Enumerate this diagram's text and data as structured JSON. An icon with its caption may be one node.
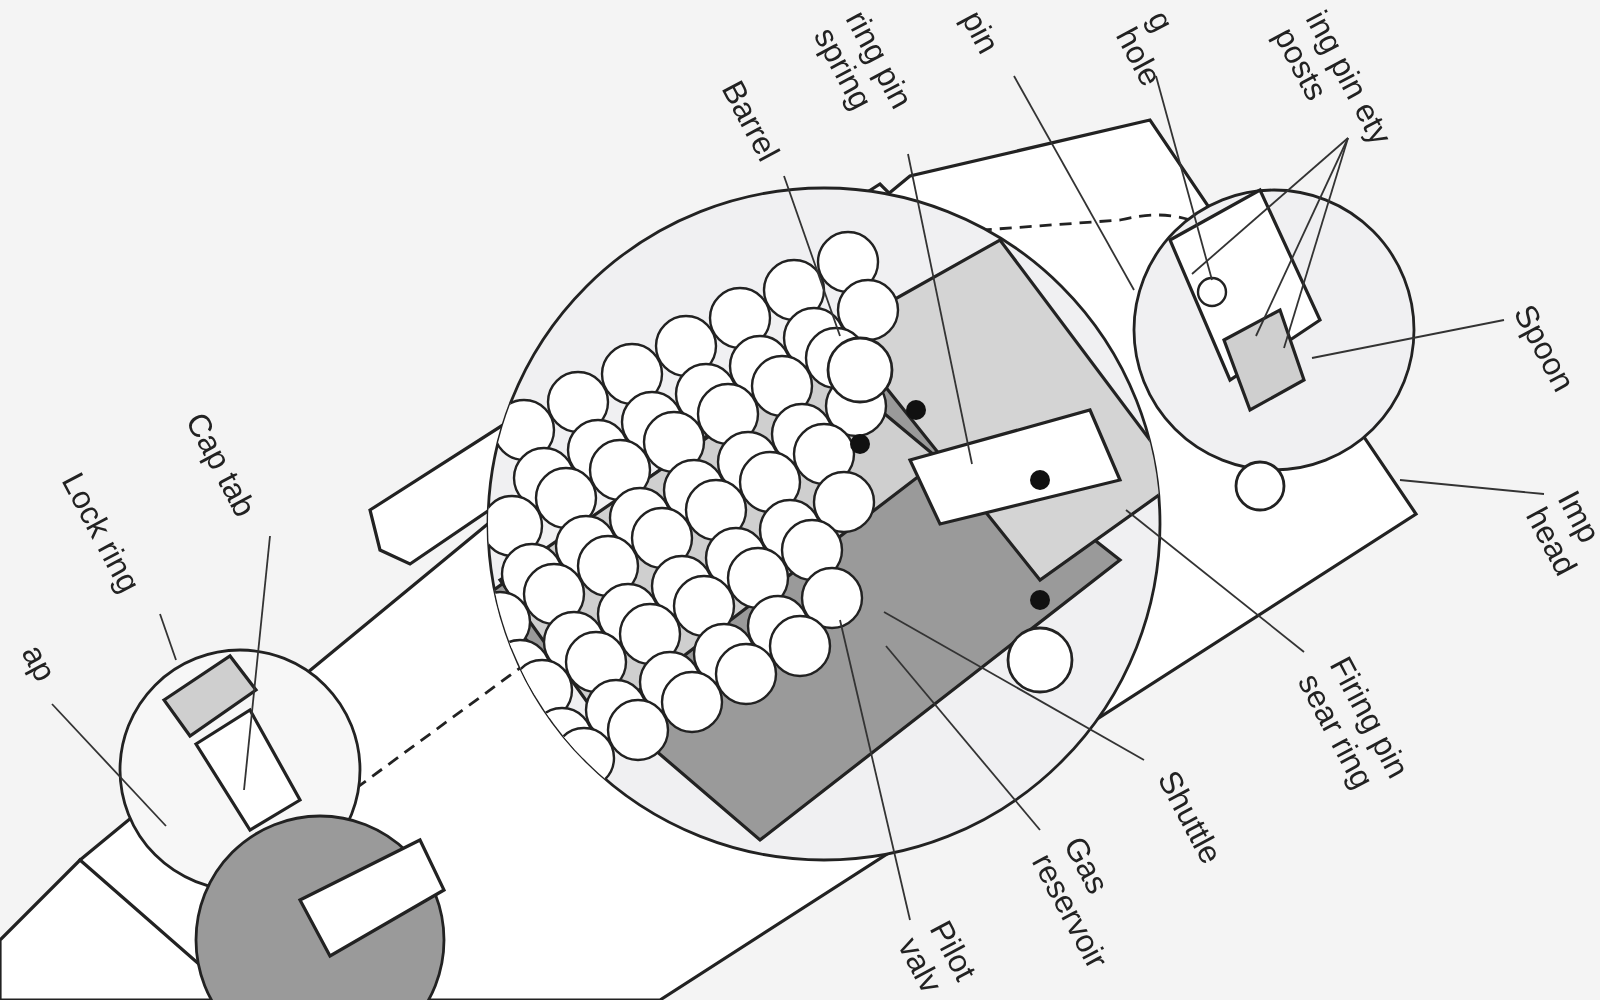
{
  "diagram": {
    "nodes": [
      {
        "text": [
          "Barrel"
        ]
      },
      {
        "text": [
          "ring pin spring"
        ]
      },
      {
        "text": [
          "pin"
        ]
      },
      {
        "text": [
          "g hole"
        ]
      },
      {
        "text": [
          "ing pin ety posts"
        ]
      },
      {
        "text": [
          "Spoon"
        ]
      },
      {
        "text": [
          "Imp head"
        ]
      },
      {
        "text": [
          "Firing pin sear ring"
        ]
      },
      {
        "text": [
          "Shuttle"
        ]
      },
      {
        "text": [
          "Gas reservoir"
        ]
      },
      {
        "text": [
          "Pilot valv"
        ]
      },
      {
        "text": [
          "Cap tab"
        ]
      },
      {
        "text": [
          "Lock ring"
        ]
      },
      {
        "text": [
          "ap"
        ]
      }
    ],
    "edges": [
      {
        "from": 0,
        "to": null,
        "arrow": "none"
      },
      {
        "from": 1,
        "to": null,
        "arrow": "none"
      },
      {
        "from": 2,
        "to": null,
        "arrow": "none"
      },
      {
        "from": 3,
        "to": null,
        "arrow": "none"
      },
      {
        "from": 4,
        "to": null,
        "arrow": "none"
      },
      {
        "from": 4,
        "to": null,
        "arrow": "none"
      },
      {
        "from": 4,
        "to": null,
        "arrow": "none"
      },
      {
        "from": 5,
        "to": null,
        "arrow": "none"
      },
      {
        "from": 6,
        "to": null,
        "arrow": "none"
      },
      {
        "from": 7,
        "to": null,
        "arrow": "none"
      },
      {
        "from": 8,
        "to": null,
        "arrow": "none"
      },
      {
        "from": 9,
        "to": null,
        "arrow": "none"
      },
      {
        "from": 10,
        "to": null,
        "arrow": "none"
      },
      {
        "from": 11,
        "to": null,
        "arrow": "none"
      },
      {
        "from": 12,
        "to": null,
        "arrow": "none"
      },
      {
        "from": 13,
        "to": null,
        "arrow": "none"
      }
    ]
  }
}
